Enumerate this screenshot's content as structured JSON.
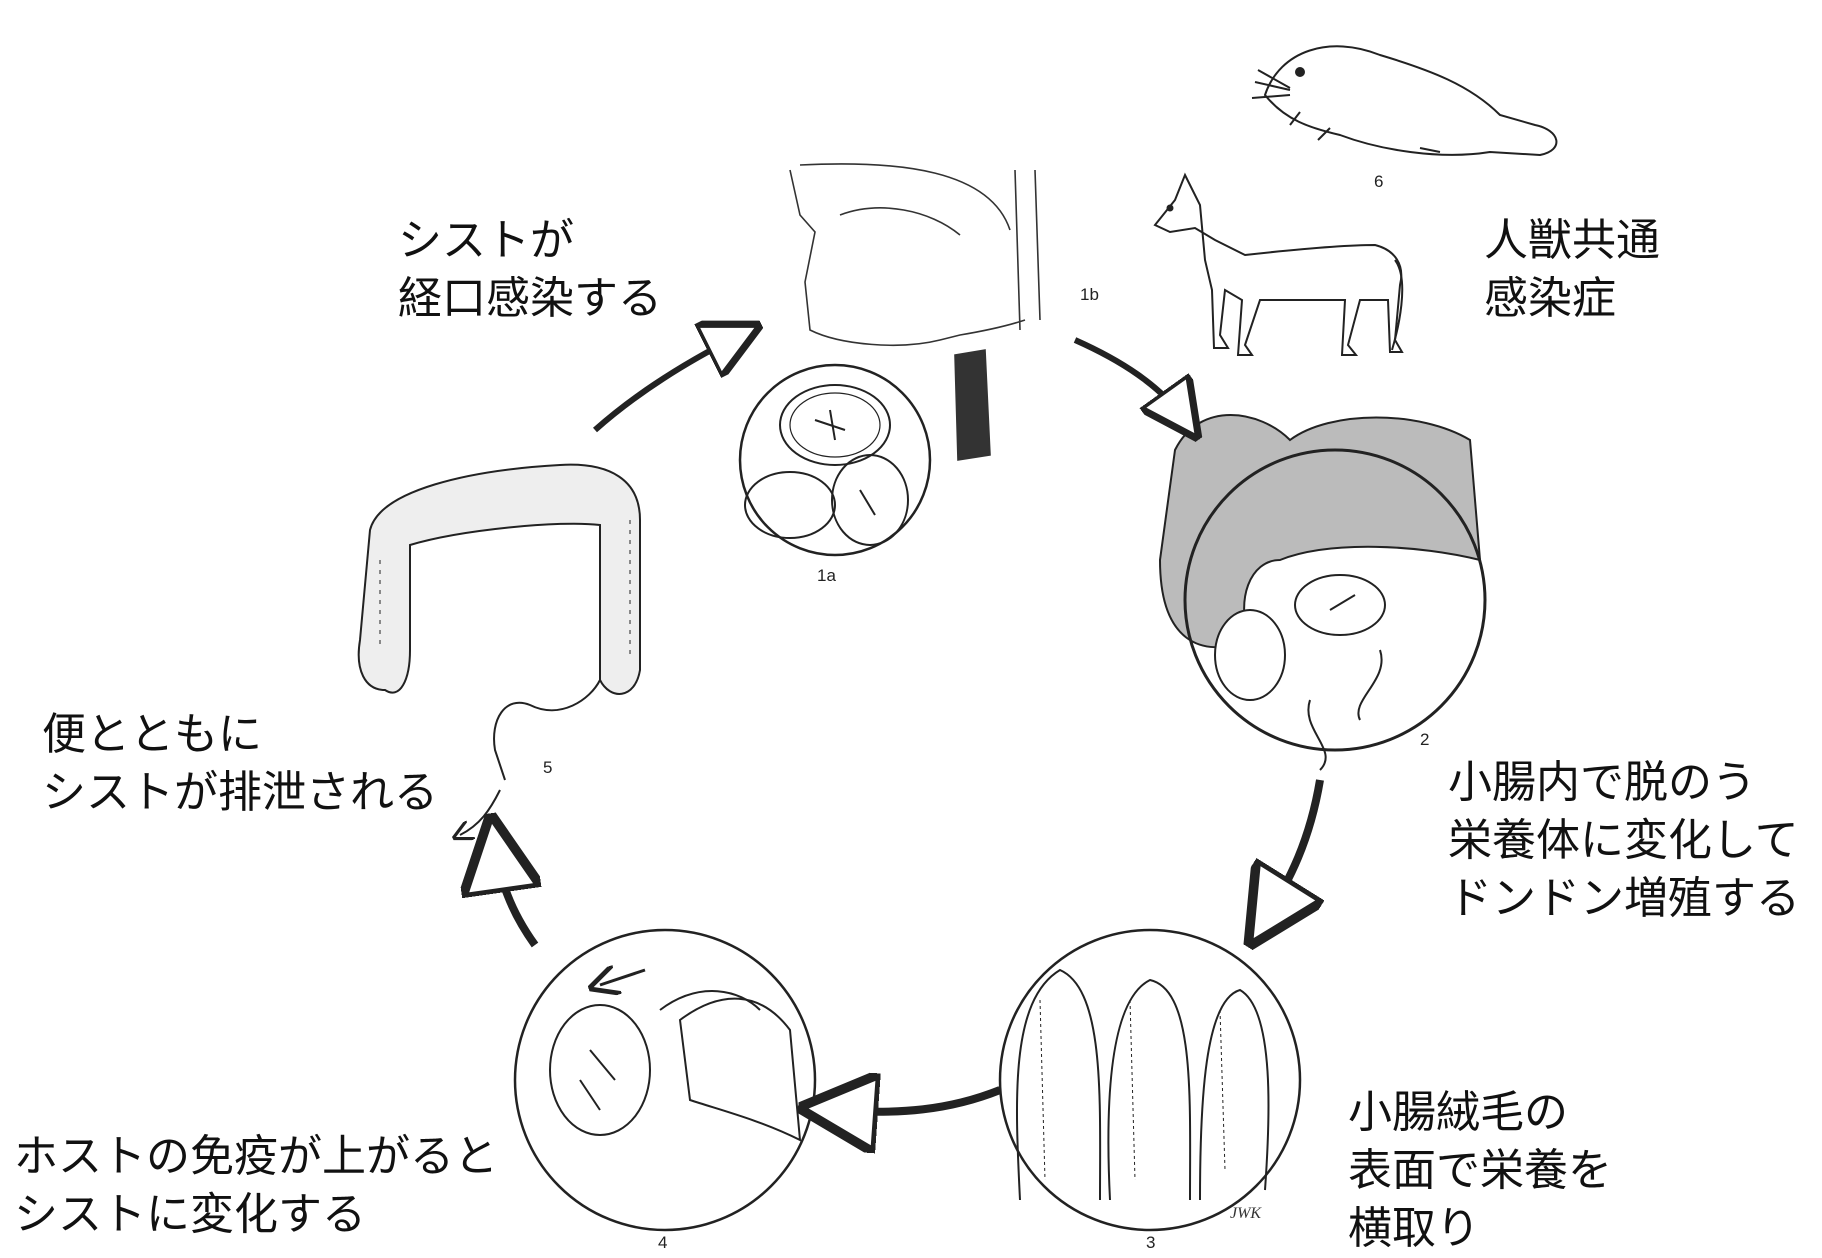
{
  "stages": {
    "s1a": "1a",
    "s1b": "1b",
    "s2": "2",
    "s3": "3",
    "s4": "4",
    "s5": "5",
    "s6": "6"
  },
  "annotations": {
    "ingestion": [
      "シストが",
      "経口感染する"
    ],
    "zoonosis": [
      "人獣共通",
      "感染症"
    ],
    "excystation": [
      "小腸内で脱のう",
      "栄養体に変化して",
      "ドンドン増殖する"
    ],
    "villi": [
      "小腸絨毛の",
      "表面で栄養を",
      "横取り"
    ],
    "encystation": [
      "ホストの免疫が上がると",
      "シストに変化する"
    ],
    "excretion": [
      "便とともに",
      "シストが排泄される"
    ]
  },
  "artist_signature": "JWK"
}
